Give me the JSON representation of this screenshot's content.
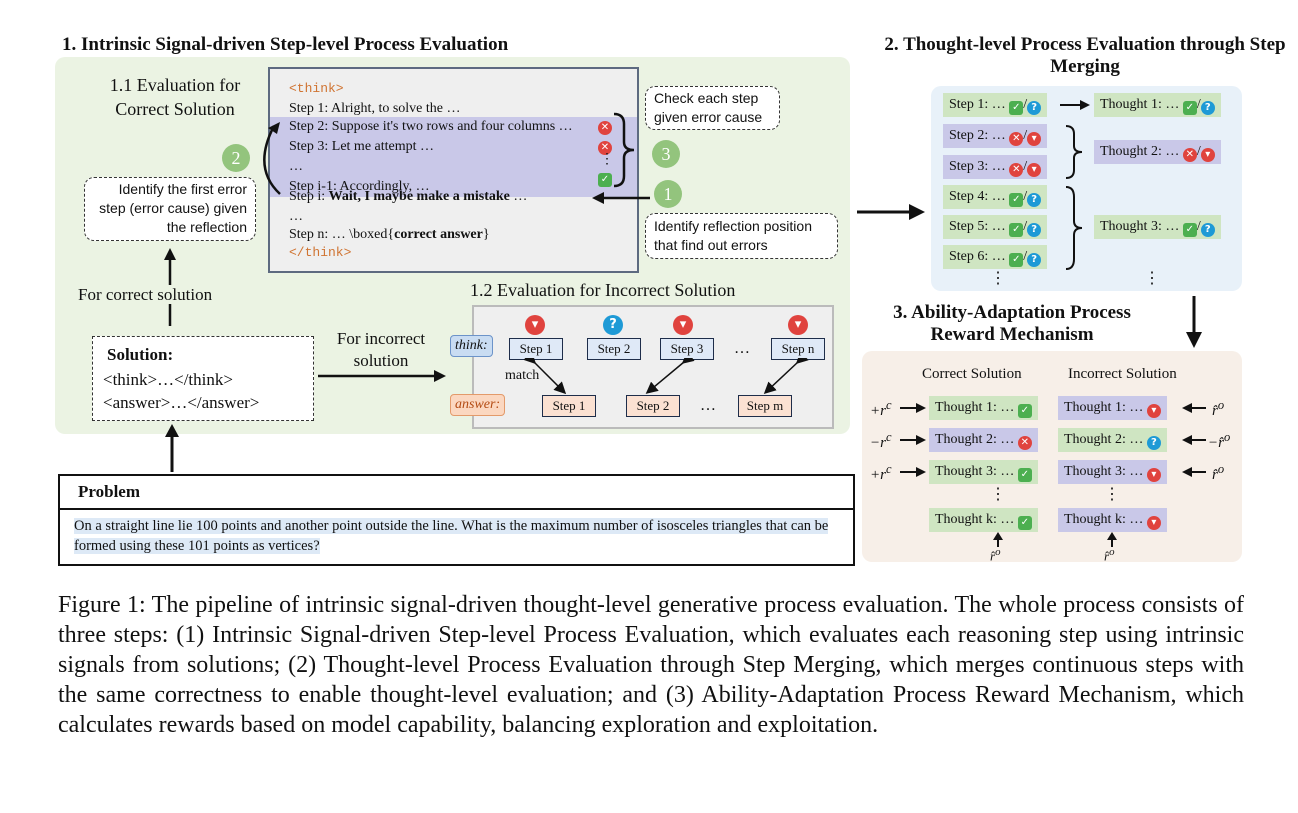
{
  "section1": {
    "title": "1. Intrinsic Signal-driven Step-level Process Evaluation",
    "sub1": "1.1 Evaluation for Correct Solution",
    "think_lines": [
      "<think>",
      "Step 1: Alright, to solve the …",
      "Step 2: Suppose it's two rows and four columns …",
      "Step 3: Let me attempt …",
      "…",
      "Step i-1: Accordingly, …",
      "Step i: ",
      "…",
      "Step n: … \\boxed{",
      "</think>"
    ],
    "reflection_text": "Wait, I maybe make a mistake",
    "reflection_tail": " …",
    "correct_answer": "correct answer",
    "boxed_close": "}",
    "note_check": "Check each step given error cause",
    "note_identify_reflection": "Identify reflection position that find out errors",
    "note_first_error": "Identify the first error step (error cause) given the reflection",
    "num1": "1",
    "num2": "2",
    "num3": "3",
    "for_correct": "For correct solution",
    "for_incorrect": "For incorrect solution",
    "solution_title": "Solution:",
    "solution_think": "<think>…</think>",
    "solution_answer": "<answer>…</answer>",
    "sub2": "1.2 Evaluation for Incorrect Solution",
    "think_label": "think:",
    "answer_label": "answer:",
    "match": "match",
    "think_steps": [
      "Step 1",
      "Step 2",
      "Step 3",
      "Step n"
    ],
    "answer_steps": [
      "Step 1",
      "Step 2",
      "Step m"
    ],
    "ellipsis": "…"
  },
  "problem": {
    "title": "Problem",
    "text": "On a straight line lie 100 points and another point outside the line. What is the maximum number of isosceles triangles that can be formed using these 101 points as vertices?"
  },
  "section2": {
    "title": "2. Thought-level Process Evaluation through Step Merging",
    "steps": [
      "Step 1: …",
      "Step 2: …",
      "Step 3: …",
      "Step 4: …",
      "Step 5: …",
      "Step 6: …"
    ],
    "thoughts": [
      "Thought 1: …",
      "Thought 2: …",
      "Thought 3: …"
    ],
    "vdots": "⋮"
  },
  "section3": {
    "title": "3. Ability-Adaptation Process Reward Mechanism",
    "correct_header": "Correct Solution",
    "incorrect_header": "Incorrect Solution",
    "left_thoughts": [
      "Thought 1: …",
      "Thought 2: …",
      "Thought 3: …",
      "Thought k: …"
    ],
    "right_thoughts": [
      "Thought 1: …",
      "Thought 2: …",
      "Thought 3: …",
      "Thought k: …"
    ],
    "left_rewards": [
      "+r",
      "−r",
      "+r"
    ],
    "reward_sup": "c",
    "right_rewards": [
      "r̂",
      "−r̂",
      "r̂"
    ],
    "right_sup": "o",
    "bottom_reward": "r̂",
    "vdots": "⋮"
  },
  "caption": "Figure 1: The pipeline of intrinsic signal-driven thought-level generative process evaluation. The whole process consists of three steps: (1) Intrinsic Signal-driven Step-level Process Evaluation, which evaluates each reasoning step using intrinsic signals from solutions; (2) Thought-level Process Evaluation through Step Merging, which merges continuous steps with the same correctness to enable thought-level evaluation; and (3) Ability-Adaptation Process Reward Mechanism, which calculates rewards based on model capability, balancing exploration and exploitation.",
  "icons": {
    "correct": "check-icon",
    "wrong": "cross-icon",
    "unknown": "question-icon",
    "negative": "thumbs-down-icon"
  },
  "colors": {
    "panel1": "#ebf3e3",
    "panel2": "#e8f1f9",
    "panel3": "#f7efe8",
    "highlight": "#c9c8e8",
    "green_box": "#cfe5c2",
    "check": "#4caf50",
    "question": "#1e9ad6",
    "wrong": "#e0433e"
  }
}
